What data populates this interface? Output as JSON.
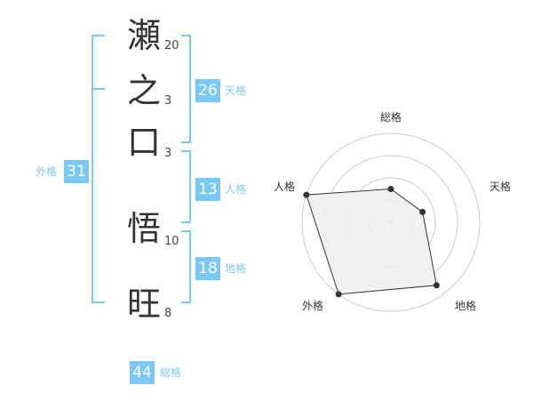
{
  "colors": {
    "accent": "#7ac9f5",
    "text": "#333333",
    "radar_fill": "#eeeeee",
    "radar_ring": "#cccccc"
  },
  "name_chars": [
    {
      "char": "瀬",
      "strokes": "20"
    },
    {
      "char": "之",
      "strokes": "3"
    },
    {
      "char": "口",
      "strokes": "3"
    },
    {
      "char": "悟",
      "strokes": "10"
    },
    {
      "char": "旺",
      "strokes": "8"
    }
  ],
  "fortune": {
    "tenkaku": {
      "value": "26",
      "label": "天格"
    },
    "jinkaku": {
      "value": "13",
      "label": "人格"
    },
    "chikaku": {
      "value": "18",
      "label": "地格"
    },
    "gaikaku": {
      "value": "31",
      "label": "外格"
    },
    "soukaku": {
      "value": "44",
      "label": "総格"
    }
  },
  "chart_data": {
    "type": "radar",
    "axes": [
      "総格",
      "天格",
      "地格",
      "外格",
      "人格"
    ],
    "values": [
      1.5,
      1.5,
      3.5,
      4.0,
      4.0
    ],
    "max": 4
  }
}
